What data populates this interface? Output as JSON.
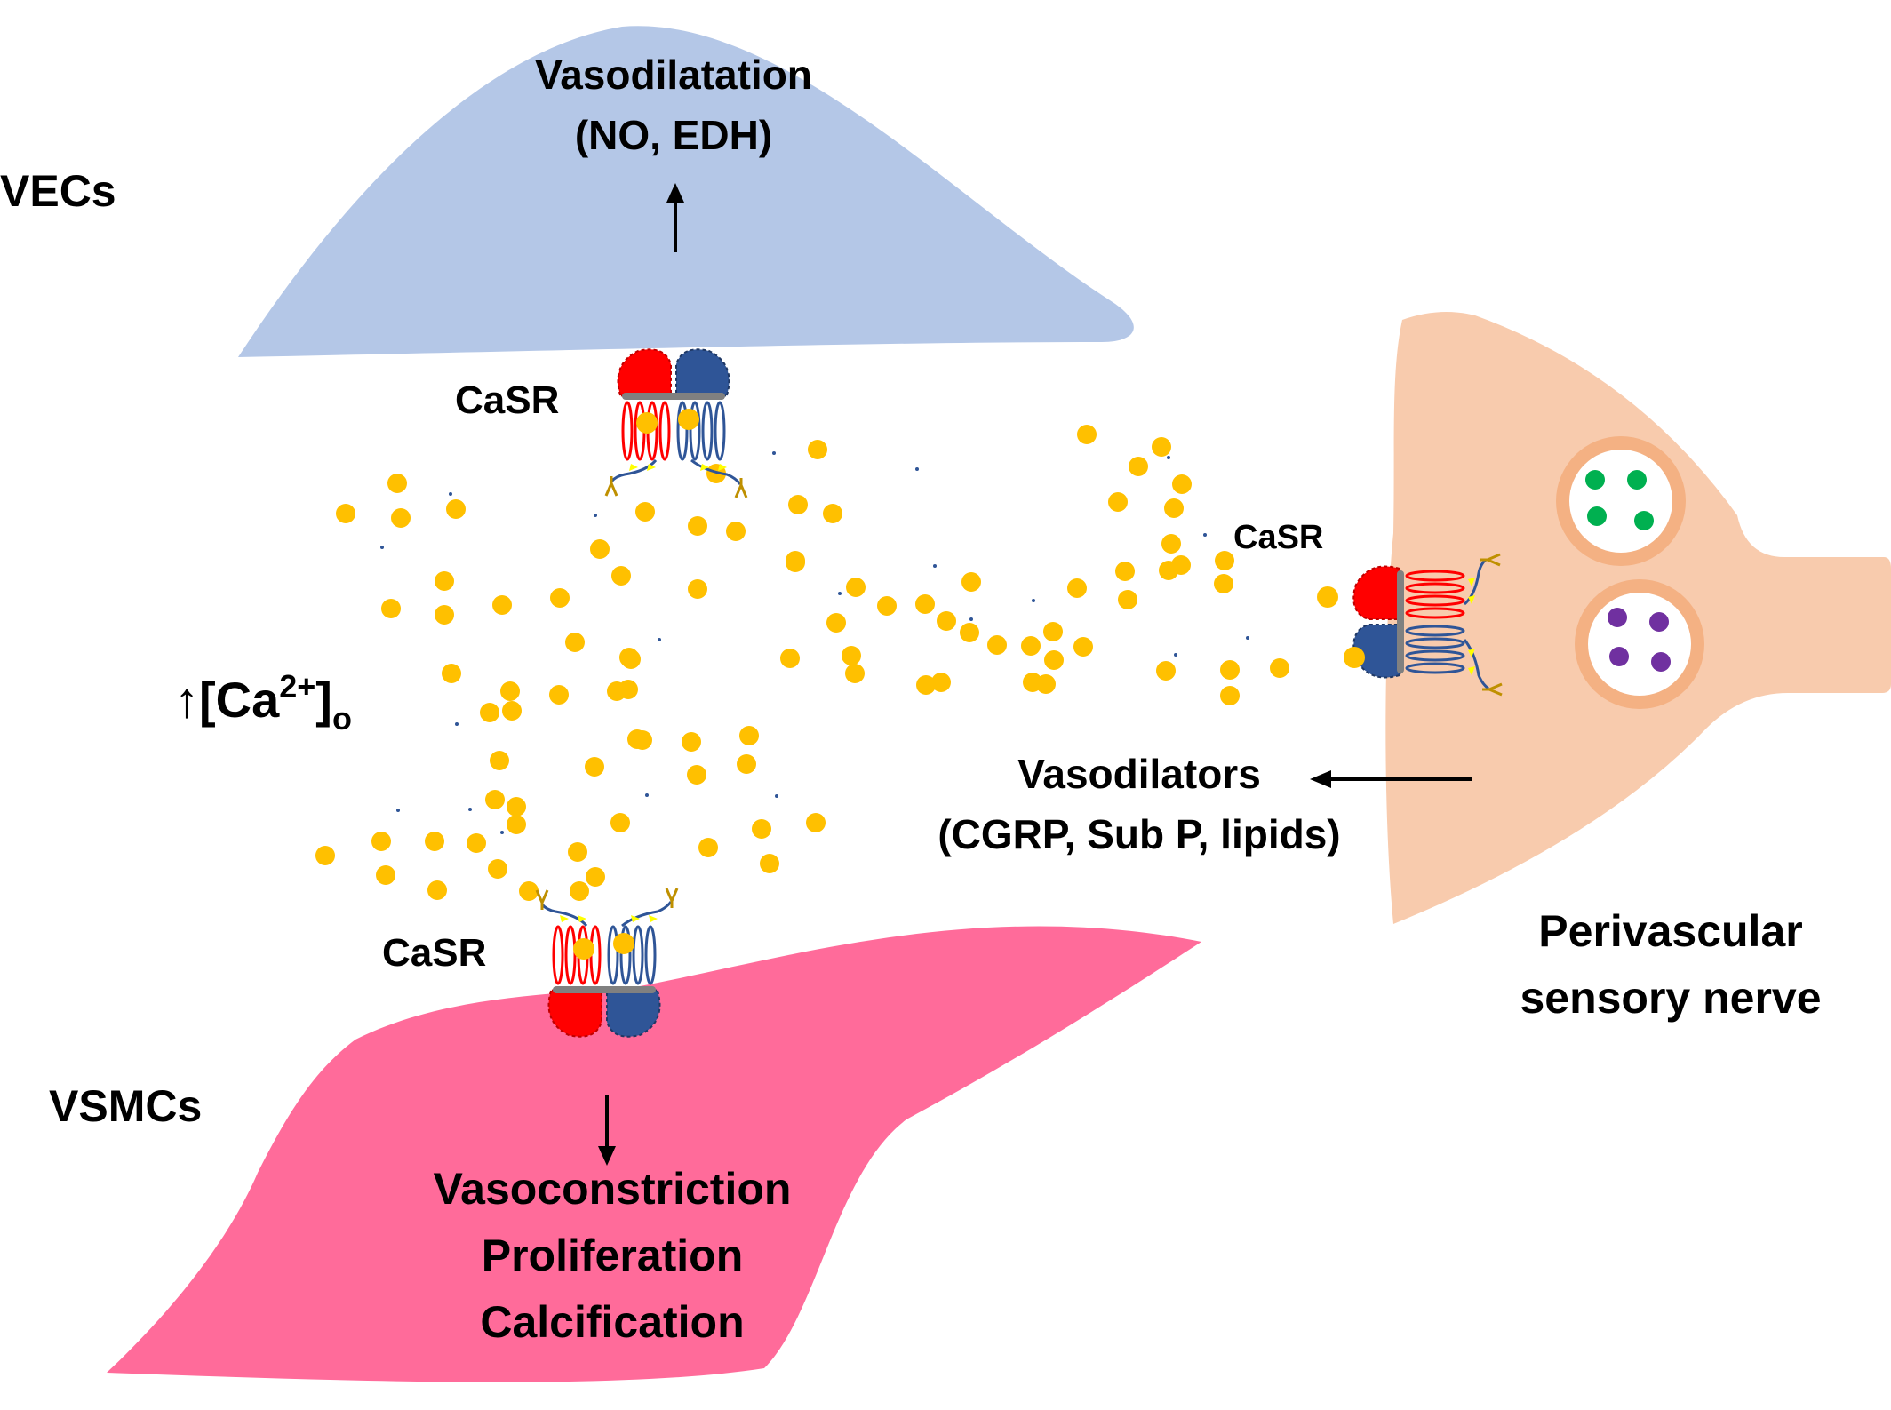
{
  "colors": {
    "vec_cell": "#b4c7e7",
    "vsmc_cell": "#ff6b9a",
    "nerve": "#f8cbad",
    "vesicle_ring": "#f4b183",
    "calcium": "#ffc000",
    "casr_red": "#ff0000",
    "casr_blue": "#2f5597",
    "casr_linker": "#808080",
    "casr_glyco": "#ffff00",
    "casr_antenna": "#bf9000",
    "vesicle_green": "#00b050",
    "vesicle_purple": "#7030a0"
  },
  "icons": [
    "calcium-ion",
    "casr-receptor",
    "vesicle"
  ],
  "cells": {
    "vecs": "VECs",
    "vsmcs": "VSMCs",
    "nerve_line1": "Perivascular",
    "nerve_line2": "sensory nerve"
  },
  "receptor_label": "CaSR",
  "calcium": {
    "symbol": "↑[Ca",
    "sup": "2+",
    "close": "]",
    "sub": "o"
  },
  "effects": {
    "vec_line1": "Vasodilatation",
    "vec_line2": "(NO, EDH)",
    "vsmc_line1": "Vasoconstriction",
    "vsmc_line2": "Proliferation",
    "vsmc_line3": "Calcification",
    "nerve_line1": "Vasodilators",
    "nerve_line2": "(CGRP, Sub P, lipids)"
  }
}
